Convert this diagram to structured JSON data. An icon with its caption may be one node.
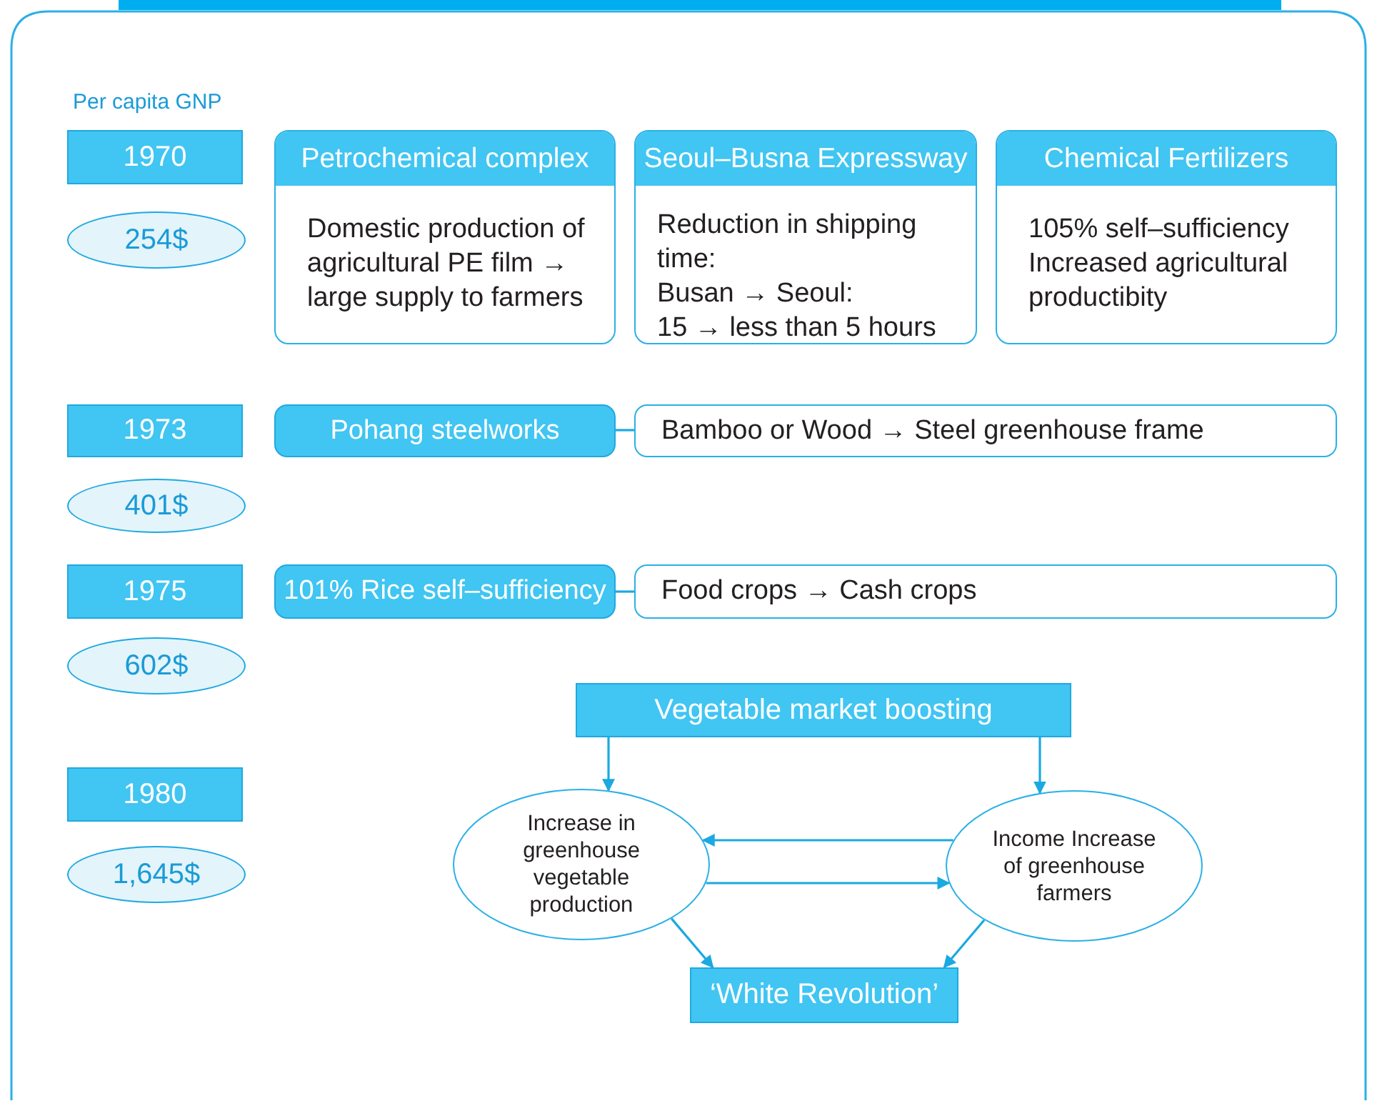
{
  "diagram": {
    "nodes": [
      {
        "text": [
          "1970"
        ]
      },
      {
        "text": [
          "254$"
        ]
      },
      {
        "text": [
          "Petrochemical complex",
          "Domestic production of agricultural PE film → large supply to farmers"
        ]
      },
      {
        "text": [
          "Seoul–Busna Expressway",
          "Reduction in shipping time:",
          "Busan → Seoul:",
          "15 → less than 5 hours"
        ]
      },
      {
        "text": [
          "Chemical Fertilizers",
          "105% self–sufficiency",
          "Increased agricultural productibity"
        ]
      },
      {
        "text": [
          "1973"
        ]
      },
      {
        "text": [
          "401$"
        ]
      },
      {
        "text": [
          "Pohang steelworks"
        ]
      },
      {
        "text": [
          "Bamboo or Wood → Steel greenhouse frame"
        ]
      },
      {
        "text": [
          "1975"
        ]
      },
      {
        "text": [
          "602$"
        ]
      },
      {
        "text": [
          "101% Rice self–sufficiency"
        ]
      },
      {
        "text": [
          "Food crops → Cash crops"
        ]
      },
      {
        "text": [
          "1980"
        ]
      },
      {
        "text": [
          "1,645$"
        ]
      },
      {
        "text": [
          "Vegetable market boosting"
        ]
      },
      {
        "text": [
          "Increase in greenhouse vegetable production"
        ]
      },
      {
        "text": [
          "Income Increase of greenhouse farmers"
        ]
      },
      {
        "text": [
          "‘White Revolution’"
        ]
      }
    ],
    "edges": [
      {
        "from": 7,
        "to": 8,
        "arrow": "none"
      },
      {
        "from": 11,
        "to": 12,
        "arrow": "none"
      },
      {
        "from": 15,
        "to": 16,
        "arrow": "to"
      },
      {
        "from": 15,
        "to": 17,
        "arrow": "to"
      },
      {
        "from": 17,
        "to": 16,
        "arrow": "to"
      },
      {
        "from": 16,
        "to": 17,
        "arrow": "to"
      },
      {
        "from": 16,
        "to": 18,
        "arrow": "to"
      },
      {
        "from": 17,
        "to": 18,
        "arrow": "to"
      }
    ],
    "labels": [
      "Per capita GNP"
    ]
  }
}
